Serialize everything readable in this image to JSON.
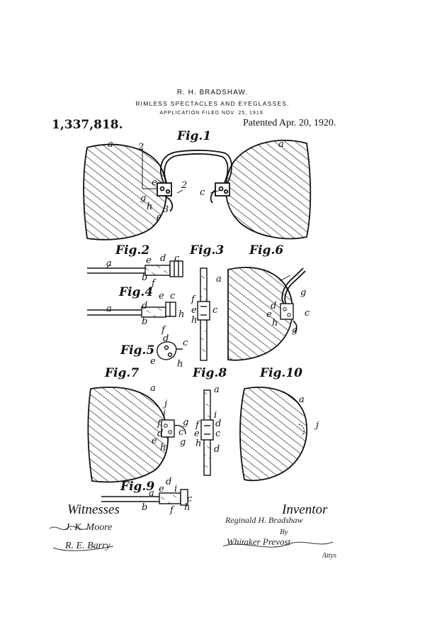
{
  "header": {
    "inventor": "R. H. BRADSHAW.",
    "title": "RIMLESS SPECTACLES AND EYEGLASSES.",
    "filed": "APPLICATION FILED NOV. 25, 1919.",
    "patent_number": "1,337,818.",
    "patented": "Patented Apr. 20, 1920."
  },
  "figures": {
    "fig1": "Fig.1",
    "fig2": "Fig.2",
    "fig3": "Fig.3",
    "fig4": "Fig.4",
    "fig5": "Fig.5",
    "fig6": "Fig.6",
    "fig7": "Fig.7",
    "fig8": "Fig.8",
    "fig9": "Fig.9",
    "fig10": "Fig.10"
  },
  "refs": {
    "a": "a",
    "b": "b",
    "c": "c",
    "d": "d",
    "e": "e",
    "f": "f",
    "g": "g",
    "h": "h",
    "i": "i",
    "j": "j",
    "n2": "2",
    "n3": "3"
  },
  "footer": {
    "witnesses": "Witnesses",
    "inventor_label": "Inventor",
    "witness1": "J. K. Moore",
    "witness2": "R. E. Barry",
    "inventor_sig": "Reginald H. Bradshaw",
    "by": "By",
    "attorney": "Whitaker Prevost",
    "attys": "Attys"
  }
}
